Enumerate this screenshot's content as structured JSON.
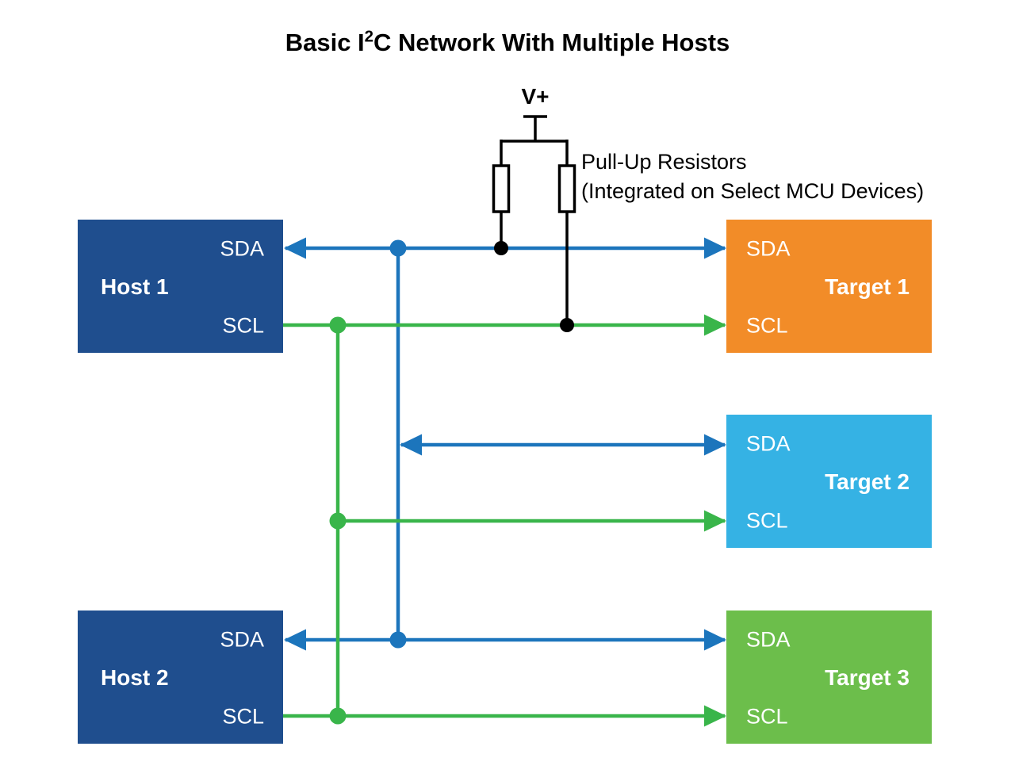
{
  "title": {
    "prefix": "Basic I",
    "sup": "2",
    "suffix": "C Network With Multiple Hosts"
  },
  "power": {
    "label": "V+"
  },
  "annotation": {
    "line1": "Pull-Up Resistors",
    "line2": "(Integrated on Select MCU Devices)"
  },
  "nodes": {
    "host1": {
      "name": "Host 1",
      "sda": "SDA",
      "scl": "SCL"
    },
    "host2": {
      "name": "Host 2",
      "sda": "SDA",
      "scl": "SCL"
    },
    "target1": {
      "name": "Target 1",
      "sda": "SDA",
      "scl": "SCL"
    },
    "target2": {
      "name": "Target 2",
      "sda": "SDA",
      "scl": "SCL"
    },
    "target3": {
      "name": "Target 3",
      "sda": "SDA",
      "scl": "SCL"
    }
  },
  "colors": {
    "sda_blue": "#1C75BC",
    "scl_green": "#39B54A",
    "host_navy": "#1F4E8E",
    "target1_orange": "#F28C28",
    "target2_sky": "#35B2E4",
    "target3_green": "#6CBE4B",
    "wire_black": "#000000",
    "background": "#FFFFFF",
    "text_dark": "#000000",
    "text_light": "#FFFFFF"
  }
}
